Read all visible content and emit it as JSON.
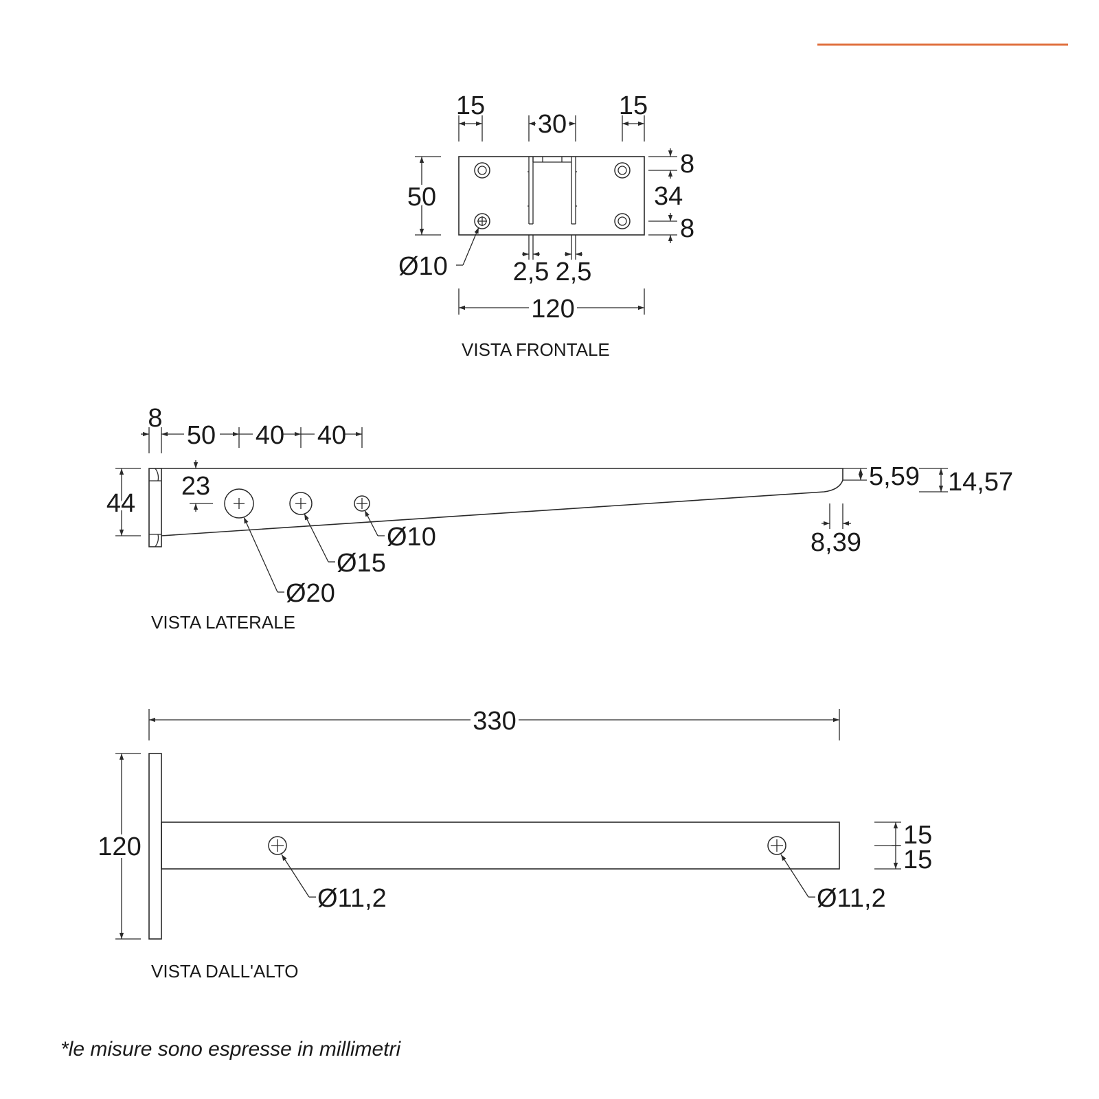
{
  "accent_color": "#e0703f",
  "front_view": {
    "label": "VISTA FRONTALE",
    "dims": {
      "w_left": "15",
      "w_center": "30",
      "w_right": "15",
      "height": "50",
      "top_offset": "8",
      "hole_spacing": "34",
      "bottom_offset": "8",
      "hole_diameter": "Ø10",
      "slot_left": "2,5",
      "slot_right": "2,5",
      "total_width": "120"
    }
  },
  "side_view": {
    "label": "VISTA LATERALE",
    "dims": {
      "plate": "8",
      "d1": "50",
      "d2": "40",
      "d3": "40",
      "height": "44",
      "hole_offset": "23",
      "hole_small": "Ø10",
      "hole_medium": "Ø15",
      "hole_large": "Ø20",
      "tip_height": "5,59",
      "end_height": "14,57",
      "tip_length": "8,39"
    }
  },
  "top_view": {
    "label": "VISTA DALL'ALTO",
    "dims": {
      "length": "330",
      "plate_height": "120",
      "half_upper": "15",
      "half_lower": "15",
      "hole_left": "Ø11,2",
      "hole_right": "Ø11,2"
    }
  },
  "footnote": "*le misure sono espresse in millimetri"
}
